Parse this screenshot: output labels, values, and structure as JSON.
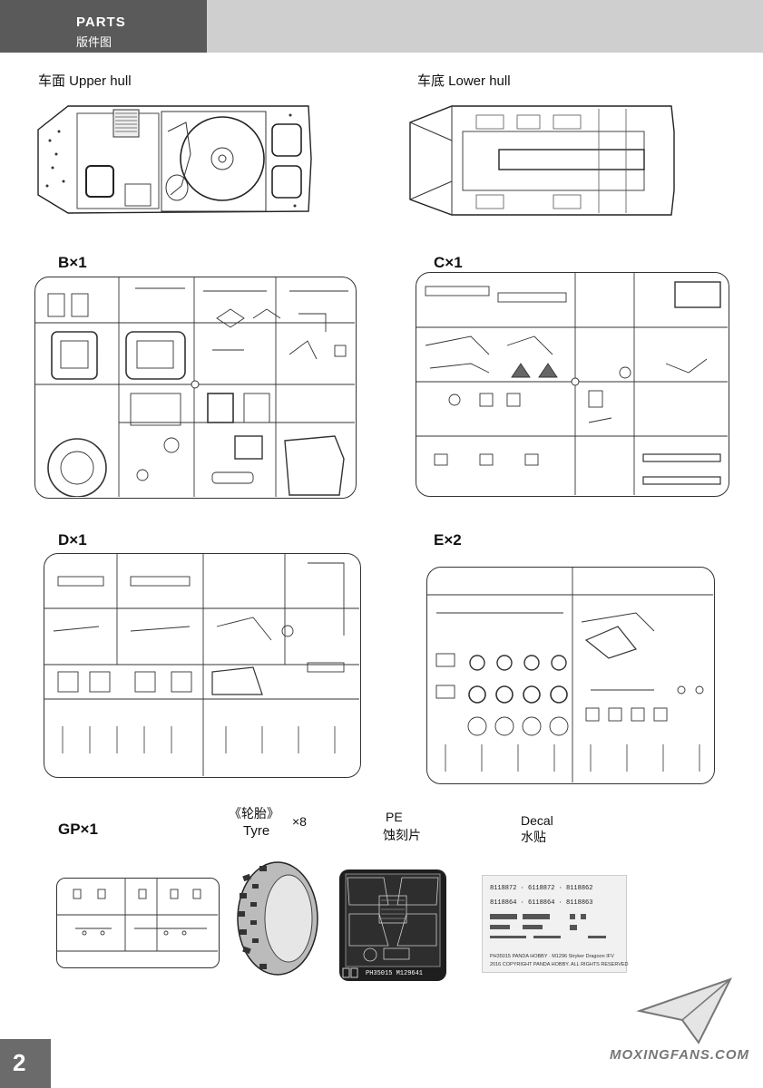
{
  "header": {
    "title": "PARTS",
    "subtitle": "版件图"
  },
  "sections": {
    "upper_hull": {
      "label": "车面  Upper hull"
    },
    "lower_hull": {
      "label": "车底  Lower hull"
    },
    "sprue_b": {
      "label": "B×1"
    },
    "sprue_c": {
      "label": "C×1"
    },
    "sprue_d": {
      "label": "D×1"
    },
    "sprue_e": {
      "label": "E×2"
    },
    "sprue_gp": {
      "label": "GP×1"
    },
    "tyre": {
      "label_cn": "《轮胎》",
      "label_en": "Tyre",
      "qty": "×8"
    },
    "pe": {
      "label_en": "PE",
      "label_cn": "蚀刻片",
      "code": "PH35015  M129641"
    },
    "decal": {
      "label_en": "Decal",
      "label_cn": "水贴",
      "rows": [
        "8118872  ·  6118872  ·  8118862",
        "8118864  ·  6118864  ·  8118863"
      ],
      "footer_1": "PH35015 PANDA HOBBY · M1296 Stryker Dragoon IFV",
      "footer_2": "2016 COPYRIGHT PANDA HOBBY. ALL RIGHTS RESERVED"
    }
  },
  "page_number": "2",
  "watermark": "MOXINGFANS.COM"
}
